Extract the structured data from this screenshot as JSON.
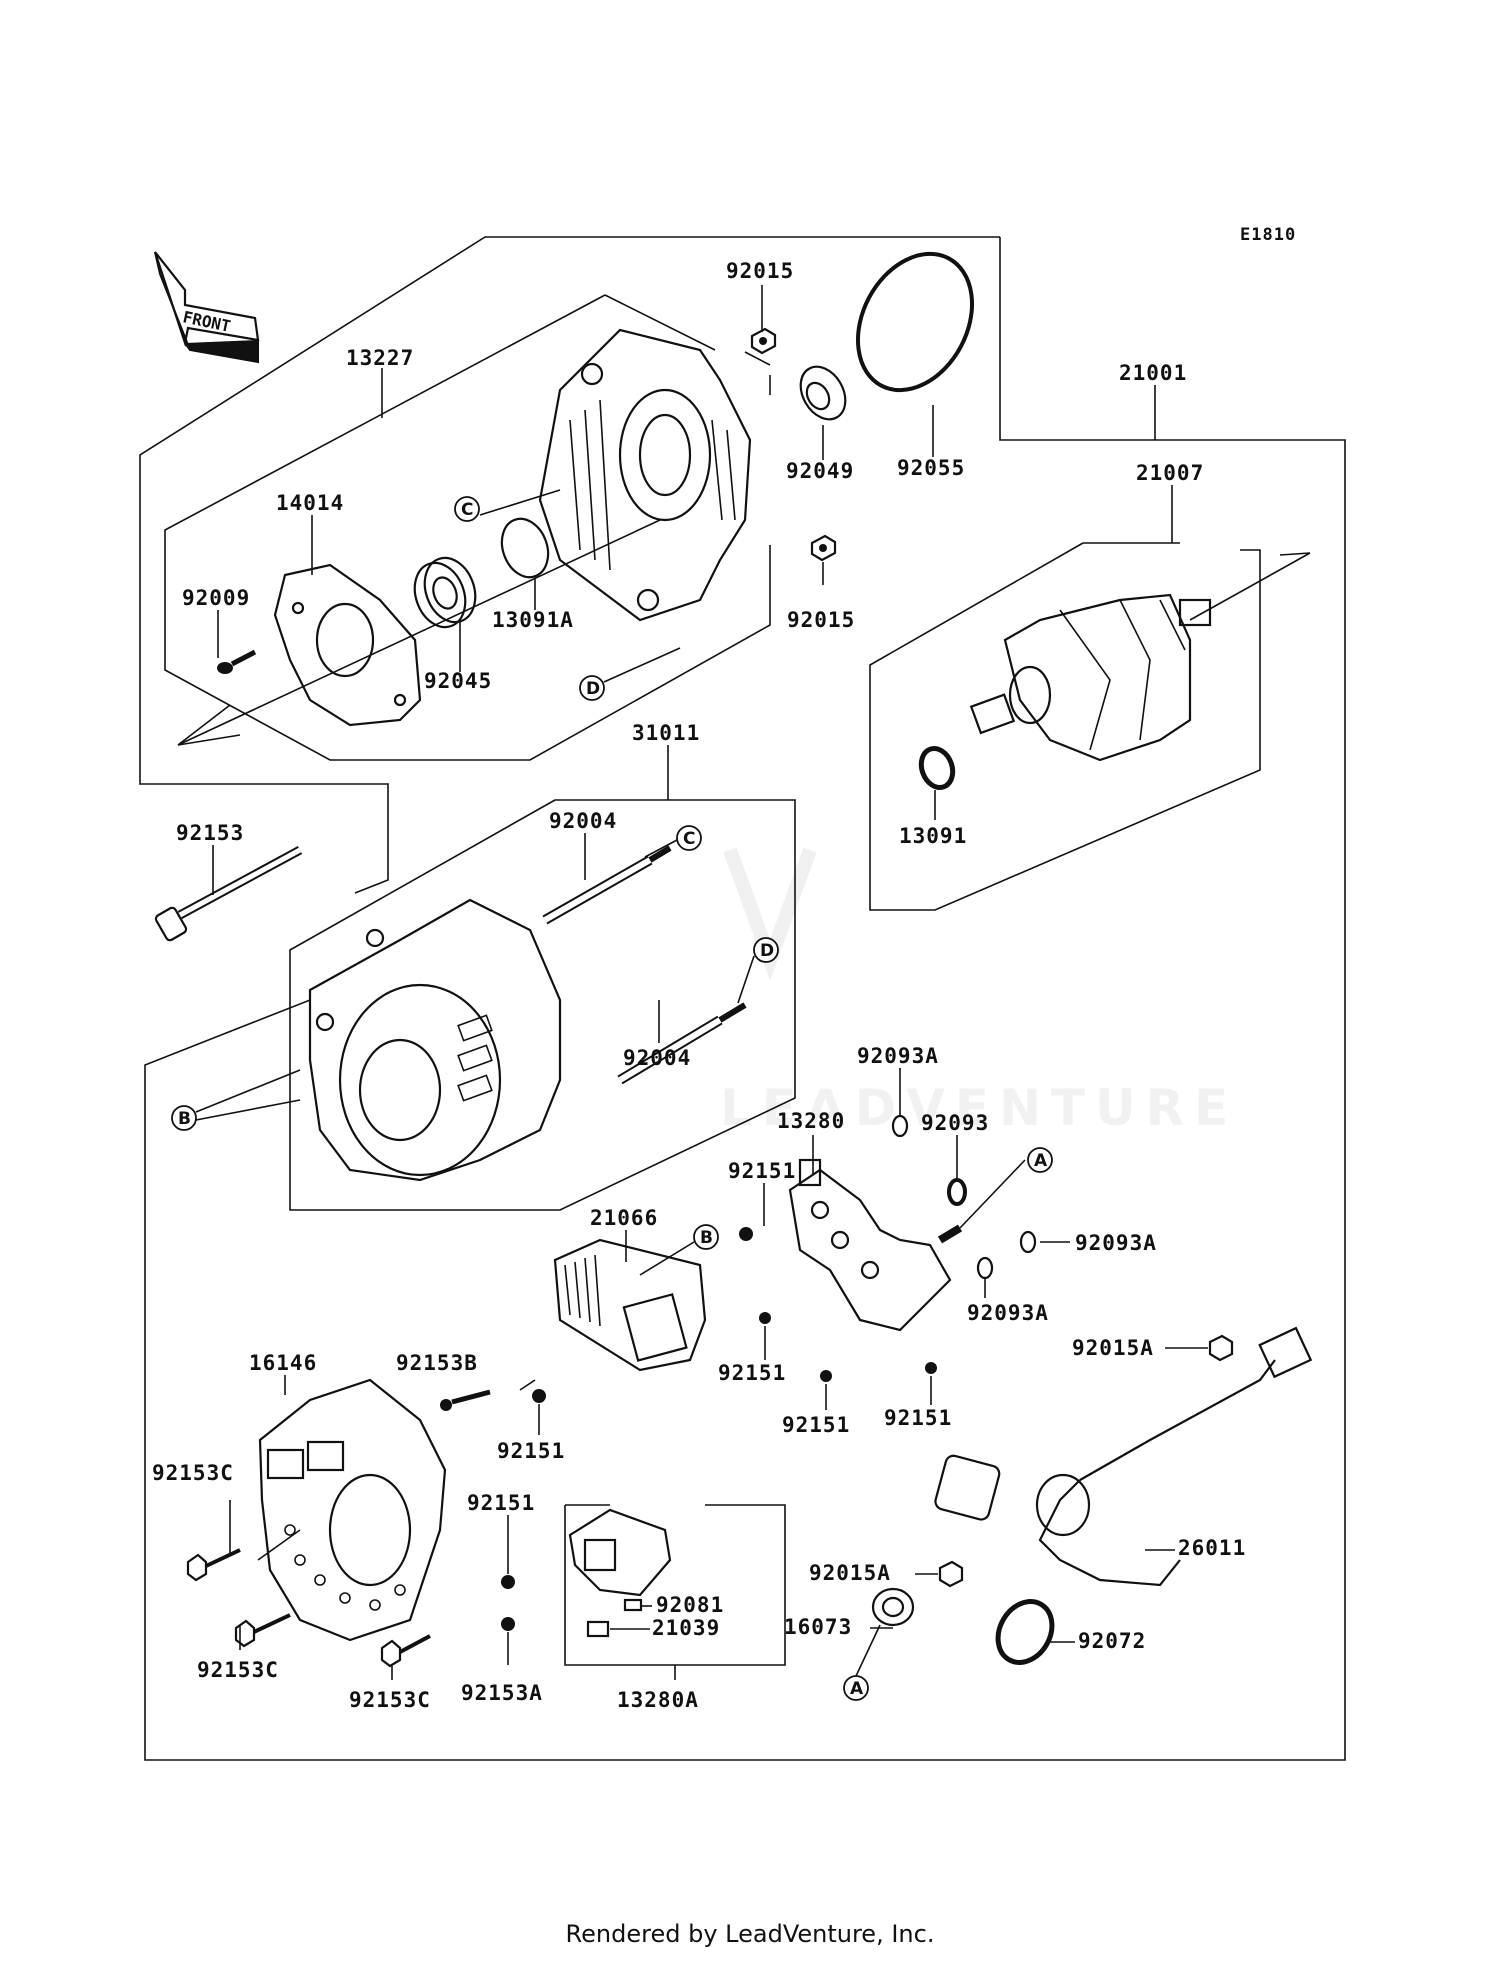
{
  "diagram_code": "E1810",
  "front_label": "FRONT",
  "watermark": "LEADVENTURE",
  "footer": "Rendered by LeadVenture, Inc.",
  "callouts": {
    "p13227": "13227",
    "p92015_top": "92015",
    "p92055": "92055",
    "p92049": "92049",
    "p21001": "21001",
    "p21007": "21007",
    "p14014": "14014",
    "p92009": "92009",
    "p92045": "92045",
    "p13091A": "13091A",
    "p92015_mid": "92015",
    "p31011": "31011",
    "p92153": "92153",
    "p92004_top": "92004",
    "p92004_bot": "92004",
    "p13091": "13091",
    "p92093A_top": "92093A",
    "p13280": "13280",
    "p92093": "92093",
    "p92151_a": "92151",
    "p21066": "21066",
    "p92093A_r": "92093A",
    "p92093A_b": "92093A",
    "p92153B": "92153B",
    "p16146": "16146",
    "p92151_b": "92151",
    "p92151_c": "92151",
    "p92151_d": "92151",
    "p92151_e": "92151",
    "p92015A_r": "92015A",
    "p92153C_l": "92153C",
    "p92151_f": "92151",
    "p92081": "92081",
    "p26011": "26011",
    "p92015A_b": "92015A",
    "p21039": "21039",
    "p16073": "16073",
    "p92072": "92072",
    "p92153C_b": "92153C",
    "p92153C_r": "92153C",
    "p92153A": "92153A",
    "p13280A": "13280A"
  },
  "refs": {
    "C_housing": "C",
    "D_housing": "D",
    "C_stud": "C",
    "D_stud": "D",
    "B_alt": "B",
    "B_reg": "B",
    "A_rect": "A",
    "A_bottom": "A"
  }
}
